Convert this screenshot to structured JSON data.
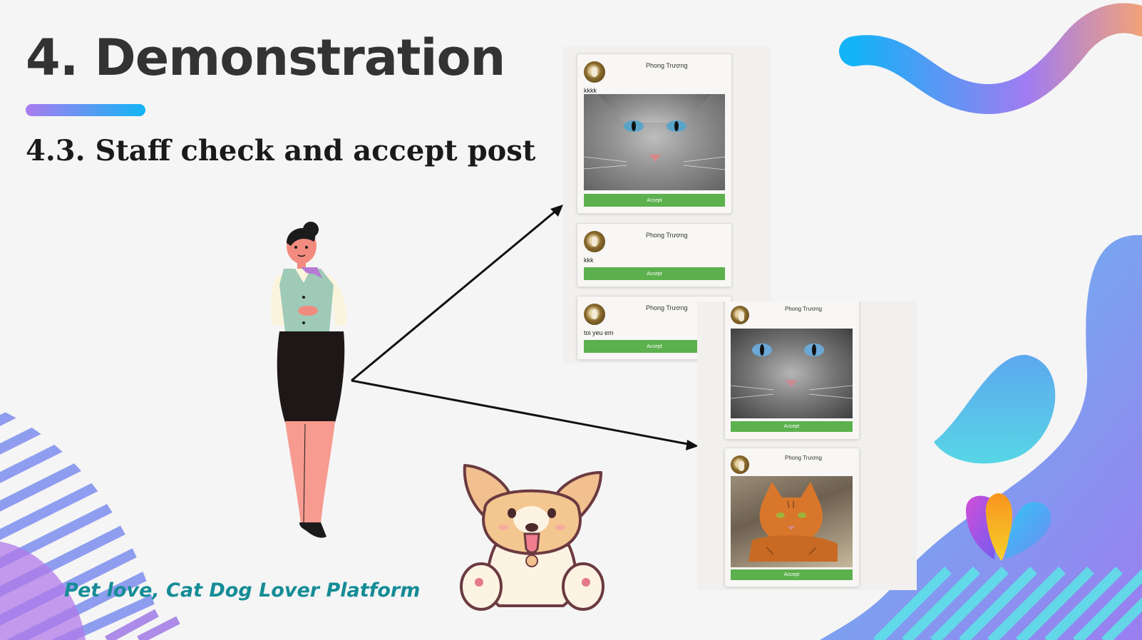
{
  "slide": {
    "title": "4. Demonstration",
    "subtitle": "4.3. Staff check and accept post",
    "footer": "Pet love, Cat Dog Lover Platform"
  },
  "colors": {
    "accept_button": "#5cb04d",
    "title_text": "#333333",
    "footer_text": "#158c96",
    "accent_purple": "#a97cf0",
    "accent_blue": "#12b5f5"
  },
  "screenshot_1": {
    "posts": [
      {
        "author": "Phong Trương",
        "text": "kkkk",
        "image": "grey-tabby-cat-photo",
        "accept_label": "Accept"
      },
      {
        "author": "Phong Trương",
        "text": "kkk",
        "accept_label": "Accept"
      },
      {
        "author": "Phong Trương",
        "text": "toi yeu em",
        "accept_label": "Accept"
      }
    ]
  },
  "screenshot_2": {
    "posts": [
      {
        "author": "Phong Trương",
        "image": "grey-cat-blue-eyes-photo",
        "accept_label": "Accept"
      },
      {
        "author": "Phong Trương",
        "image": "orange-tabby-cat-photo",
        "accept_label": "Accept"
      }
    ]
  },
  "illustrations": [
    "staff-woman-illustration",
    "corgi-puppy-illustration",
    "heart-logo"
  ]
}
